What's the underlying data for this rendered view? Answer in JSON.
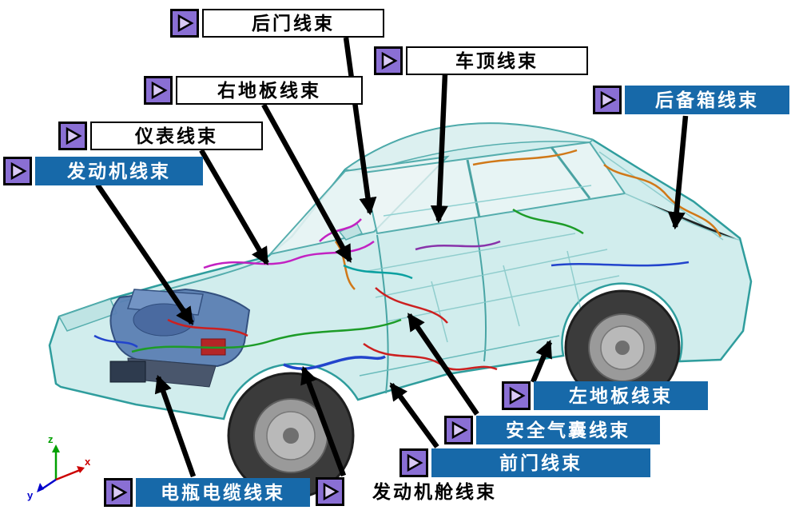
{
  "diagram": {
    "type": "automotive-wiring-harness-layout-diagram",
    "labels": [
      {
        "id": "rear-door-harness",
        "text": "后门线束",
        "style": "white"
      },
      {
        "id": "roof-harness",
        "text": "车顶线束",
        "style": "white"
      },
      {
        "id": "right-floor-harness",
        "text": "右地板线束",
        "style": "white"
      },
      {
        "id": "instrument-panel-harness",
        "text": "仪表线束",
        "style": "white"
      },
      {
        "id": "engine-harness",
        "text": "发动机线束",
        "style": "blue"
      },
      {
        "id": "trunk-harness",
        "text": "后备箱线束",
        "style": "blue"
      },
      {
        "id": "left-floor-harness",
        "text": "左地板线束",
        "style": "blue"
      },
      {
        "id": "airbag-harness",
        "text": "安全气囊线束",
        "style": "blue"
      },
      {
        "id": "front-door-harness",
        "text": "前门线束",
        "style": "blue"
      },
      {
        "id": "battery-cable-harness",
        "text": "电瓶电缆线束",
        "style": "blue"
      },
      {
        "id": "engine-compartment-harness",
        "text": "发动机舱线束",
        "style": "plain"
      }
    ],
    "axis": {
      "x": "x",
      "y": "y",
      "z": "z"
    },
    "colors": {
      "label_blue_bg": "#1769a9",
      "label_white_bg": "#ffffff",
      "marker_icon_purple": "#8a6fd4",
      "car_body_teal": "#cdeceb",
      "arrow_black": "#000000"
    }
  }
}
